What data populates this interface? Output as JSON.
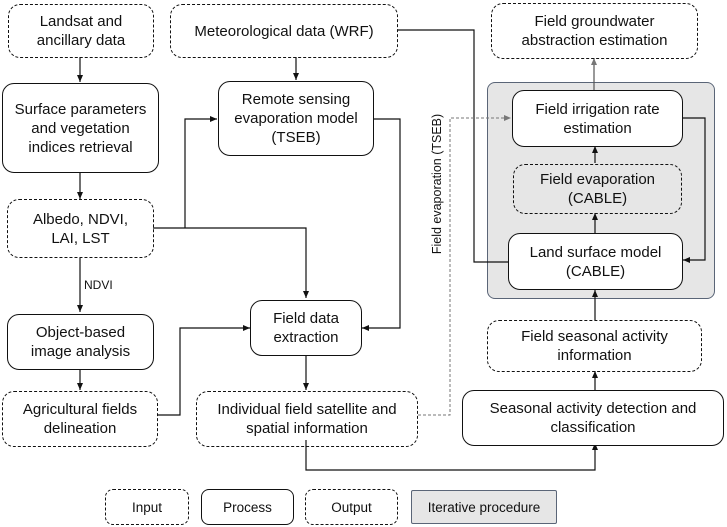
{
  "nodes": {
    "landsat": "Landsat and ancillary data",
    "meteo": "Meteorological data (WRF)",
    "groundwater": "Field groundwater abstraction estimation",
    "surface_params": "Surface parameters and vegetation indices retrieval",
    "rs_model": "Remote sensing evaporation model (TSEB)",
    "irrigation_rate": "Field irrigation rate estimation",
    "field_evap_cable": "Field evaporation (CABLE)",
    "albedo": "Albedo, NDVI, LAI, LST",
    "land_surface": "Land surface model (CABLE)",
    "obia": "Object-based image analysis",
    "field_extract": "Field data extraction",
    "field_seasonal": "Field seasonal activity information",
    "ag_fields": "Agricultural fields delineation",
    "indiv_field": "Individual field satellite and spatial information",
    "seasonal_detect": "Seasonal activity detection and classification"
  },
  "edge_labels": {
    "ndvi": "NDVI",
    "field_evap_tseb": "Field evaporation (TSEB)"
  },
  "legend": {
    "input": "Input",
    "process": "Process",
    "output": "Output",
    "iterative": "Iterative procedure"
  },
  "colors": {
    "iterative_fill": "#e6e6e6",
    "iterative_border": "#4a5568"
  }
}
